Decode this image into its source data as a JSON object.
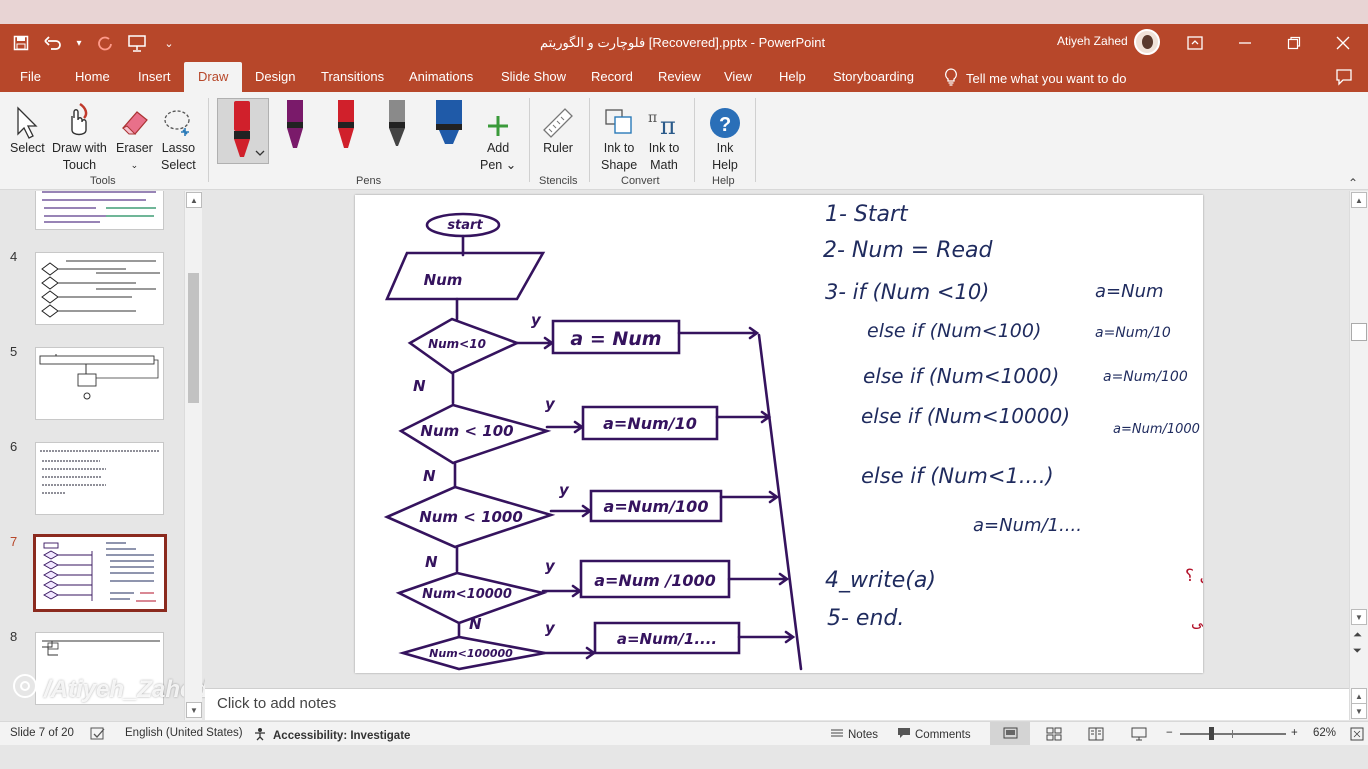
{
  "quick_access": {
    "save": "save-icon",
    "undo": "undo-icon",
    "redo": "redo-icon",
    "present": "present-icon",
    "customize": "customize-icon"
  },
  "window": {
    "title": "فلوچارت و الگوریتم [Recovered].pptx  -  PowerPoint",
    "user": "Atiyeh Zahed"
  },
  "tabs": [
    "File",
    "Home",
    "Insert",
    "Draw",
    "Design",
    "Transitions",
    "Animations",
    "Slide Show",
    "Record",
    "Review",
    "View",
    "Help",
    "Storyboarding"
  ],
  "active_tab": "Draw",
  "tell_me": "Tell me what you want to do",
  "ribbon": {
    "select": "Select",
    "draw_touch_1": "Draw with",
    "draw_touch_2": "Touch",
    "eraser": "Eraser",
    "lasso_1": "Lasso",
    "lasso_2": "Select",
    "tools_group": "Tools",
    "add_pen_1": "Add",
    "add_pen_2": "Pen ⌄",
    "pens_group": "Pens",
    "ruler": "Ruler",
    "stencils_group": "Stencils",
    "ink_shape_1": "Ink to",
    "ink_shape_2": "Shape",
    "ink_math_1": "Ink to",
    "ink_math_2": "Math",
    "convert_group": "Convert",
    "ink_help_1": "Ink",
    "ink_help_2": "Help",
    "help_group": "Help"
  },
  "colors": {
    "accent": "#b7472a",
    "ink": "#1f2b5e",
    "flow": "#35135e",
    "red_ink": "#b3122a",
    "pen1": "#d0202b",
    "pen2": "#7a1a6a",
    "pen3": "#d0202b",
    "pen4": "#8a8a8a",
    "pen5": "#1f5aa8"
  },
  "slides": [
    {
      "num": "4"
    },
    {
      "num": "5"
    },
    {
      "num": "6"
    },
    {
      "num": "7"
    },
    {
      "num": "8"
    }
  ],
  "watermark": "/Atiyeh_Zahed",
  "slide_content": {
    "flowchart": {
      "start": "start",
      "input": "Num",
      "decisions": [
        "Num<10",
        "Num < 100",
        "Num < 1000",
        "Num<10000",
        "Num<100000"
      ],
      "outputs": [
        "a = Num",
        "a=Num/10",
        "a=Num/100",
        "a=Num /1000",
        "a=Num/1...."
      ],
      "yes": "y",
      "no": "N"
    },
    "steps": {
      "s1": "1- Start",
      "s2": "2-  Num = Read",
      "s3": "3- if (Num <10)",
      "s3a": "a=Num",
      "e1": "else if (Num<100)",
      "e1a": "a=Num/10",
      "e2": "else if (Num<1000)",
      "e2a": "a=Num/100",
      "e3": "else if (Num<10000)",
      "e3a": "a=Num/1000",
      "e4": "else if (Num<1....)",
      "e4a": "a=Num/1....",
      "s4": "4_write(a)",
      "s5": "5- end.",
      "q": "سوال ؟",
      "note": "دربرابر خطای برنامه نویسی"
    }
  },
  "notes_placeholder": "Click to add notes",
  "status": {
    "slide": "Slide 7 of 20",
    "language": "English (United States)",
    "accessibility": "Accessibility: Investigate",
    "notes": "Notes",
    "comments": "Comments",
    "zoom": "62%"
  }
}
